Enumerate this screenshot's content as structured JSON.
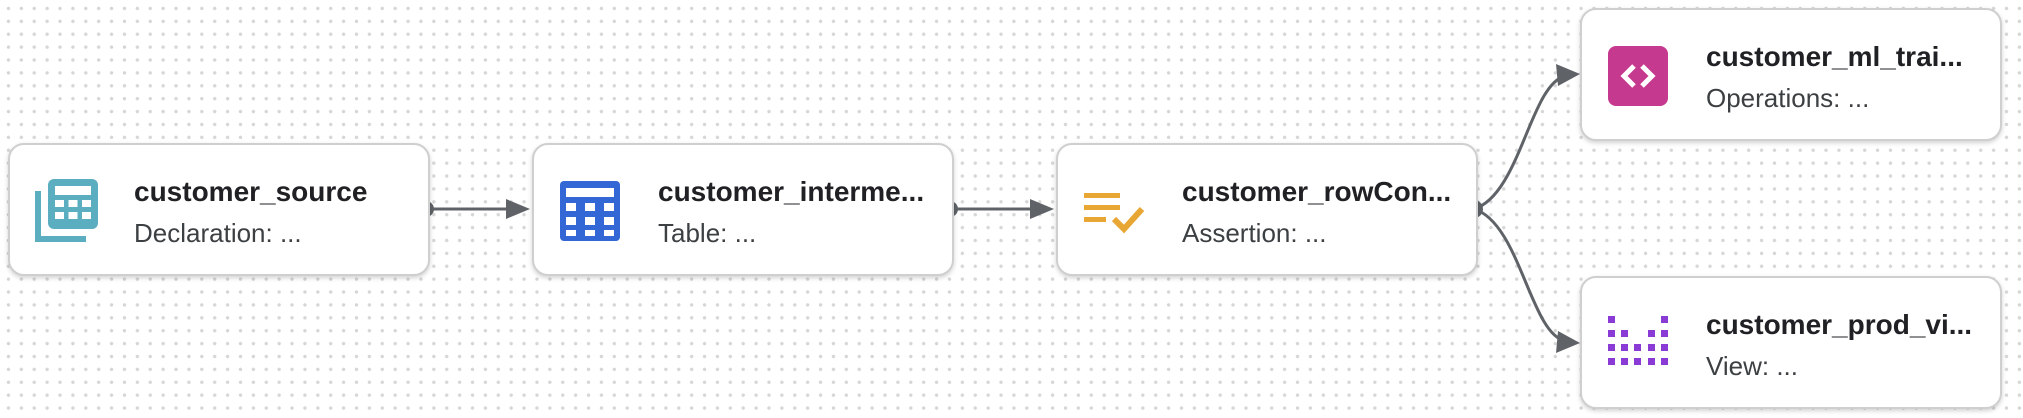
{
  "colors": {
    "edge": "#5f6368",
    "declaration_icon": "#5aaec0",
    "table_icon": "#3367d6",
    "assertion_icon": "#e8a735",
    "operations_icon": "#c5398e",
    "view_icon": "#8a3bd6"
  },
  "nodes": [
    {
      "id": "source",
      "title": "customer_source",
      "subtitle": "Declaration: ...",
      "icon": "declaration-stack-icon"
    },
    {
      "id": "intermediate",
      "title": "customer_interme...",
      "subtitle": "Table: ...",
      "icon": "table-grid-icon"
    },
    {
      "id": "rowcon",
      "title": "customer_rowCon...",
      "subtitle": "Assertion: ...",
      "icon": "assertion-check-icon"
    },
    {
      "id": "ml",
      "title": "customer_ml_trai...",
      "subtitle": "Operations: ...",
      "icon": "code-brackets-icon"
    },
    {
      "id": "prod",
      "title": "customer_prod_vi...",
      "subtitle": "View: ...",
      "icon": "view-dots-icon"
    }
  ],
  "edges": [
    {
      "from": "source",
      "to": "intermediate"
    },
    {
      "from": "intermediate",
      "to": "rowcon"
    },
    {
      "from": "rowcon",
      "to": "ml"
    },
    {
      "from": "rowcon",
      "to": "prod"
    }
  ]
}
